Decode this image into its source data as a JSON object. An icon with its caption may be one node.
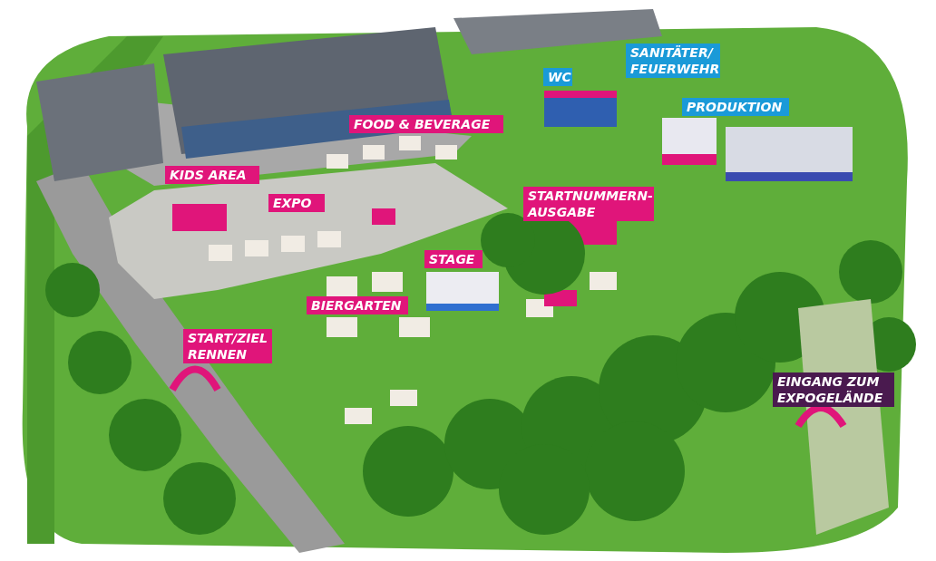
{
  "diagram": {
    "labels": [
      "KIDS AREA",
      "FOOD & BEVERAGE",
      "WC",
      "SANITÄTER/ FEUERWEHR",
      "PRODUKTION",
      "EXPO",
      "STARTNUMMERN- AUSGABE",
      "STAGE",
      "BIERGARTEN",
      "START/ZIEL RENNEN",
      "EINGANG ZUM EXPOGELÄNDE"
    ]
  }
}
